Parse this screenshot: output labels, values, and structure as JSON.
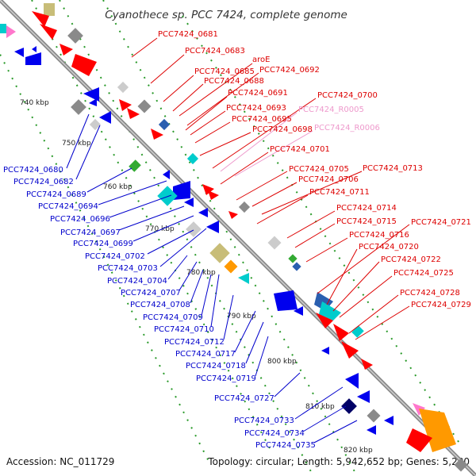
{
  "title": "Cyanothece sp. PCC 7424, complete genome",
  "footer": {
    "accession": "Accession: NC_011729",
    "summary": "Topology: circular; Length: 5,942,652 bp; Genes: 5,280"
  },
  "colors": {
    "backbone": "#9a9a9a",
    "tick_dots": "#2a9a2a",
    "label_red": "#dd0000",
    "label_blue": "#0000cc",
    "label_pink": "#ee99cc",
    "gene_red": "#ff0000",
    "gene_blue": "#0000ee",
    "gene_grey": "#8a8a8a",
    "gene_cyan": "#00cccc",
    "gene_orange": "#ff9900",
    "gene_green": "#33aa33",
    "gene_olive": "#c8bd78",
    "gene_navy": "#000066",
    "gene_pink": "#ff77cc"
  },
  "ticks": [
    "740 kbp",
    "750 kbp",
    "760 kbp",
    "770 kbp",
    "780 kbp",
    "790 kbp",
    "800 kbp",
    "810 kbp",
    "820 kbp"
  ],
  "labels_right": [
    {
      "text": "PCC7424_0681",
      "color": "red"
    },
    {
      "text": "PCC7424_0683",
      "color": "red"
    },
    {
      "text": "aroE",
      "color": "red"
    },
    {
      "text": "PCC7424_0685",
      "color": "red"
    },
    {
      "text": "PCC7424_0692",
      "color": "red"
    },
    {
      "text": "PCC7424_0688",
      "color": "red"
    },
    {
      "text": "PCC7424_0700",
      "color": "red"
    },
    {
      "text": "PCC7424_0691",
      "color": "red"
    },
    {
      "text": "PCC7424_R0005",
      "color": "pink"
    },
    {
      "text": "PCC7424_0693",
      "color": "red"
    },
    {
      "text": "PCC7424_0695",
      "color": "red"
    },
    {
      "text": "PCC7424_R0006",
      "color": "pink"
    },
    {
      "text": "PCC7424_0698",
      "color": "red"
    },
    {
      "text": "PCC7424_0701",
      "color": "red"
    },
    {
      "text": "PCC7424_0705",
      "color": "red"
    },
    {
      "text": "PCC7424_0713",
      "color": "red"
    },
    {
      "text": "PCC7424_0706",
      "color": "red"
    },
    {
      "text": "PCC7424_0711",
      "color": "red"
    },
    {
      "text": "PCC7424_0714",
      "color": "red"
    },
    {
      "text": "PCC7424_0715",
      "color": "red"
    },
    {
      "text": "PCC7424_0721",
      "color": "red"
    },
    {
      "text": "PCC7424_0716",
      "color": "red"
    },
    {
      "text": "PCC7424_0720",
      "color": "red"
    },
    {
      "text": "PCC7424_0722",
      "color": "red"
    },
    {
      "text": "PCC7424_0725",
      "color": "red"
    },
    {
      "text": "PCC7424_0728",
      "color": "red"
    },
    {
      "text": "PCC7424_0729",
      "color": "red"
    }
  ],
  "labels_left": [
    {
      "text": "PCC7424_0680",
      "color": "blue"
    },
    {
      "text": "PCC7424_0682",
      "color": "blue"
    },
    {
      "text": "PCC7424_0689",
      "color": "blue"
    },
    {
      "text": "PCC7424_0694",
      "color": "blue"
    },
    {
      "text": "PCC7424_0696",
      "color": "blue"
    },
    {
      "text": "PCC7424_0697",
      "color": "blue"
    },
    {
      "text": "PCC7424_0699",
      "color": "blue"
    },
    {
      "text": "PCC7424_0702",
      "color": "blue"
    },
    {
      "text": "PCC7424_0703",
      "color": "blue"
    },
    {
      "text": "PCC7424_0704",
      "color": "blue"
    },
    {
      "text": "PCC7424_0707",
      "color": "blue"
    },
    {
      "text": "PCC7424_0708",
      "color": "blue"
    },
    {
      "text": "PCC7424_0709",
      "color": "blue"
    },
    {
      "text": "PCC7424_0710",
      "color": "blue"
    },
    {
      "text": "PCC7424_0712",
      "color": "blue"
    },
    {
      "text": "PCC7424_0717",
      "color": "blue"
    },
    {
      "text": "PCC7424_0718",
      "color": "blue"
    },
    {
      "text": "PCC7424_0719",
      "color": "blue"
    },
    {
      "text": "PCC7424_0727",
      "color": "blue"
    },
    {
      "text": "PCC7424_0733",
      "color": "blue"
    },
    {
      "text": "PCC7424_0734",
      "color": "blue"
    },
    {
      "text": "PCC7424_0735",
      "color": "blue"
    }
  ]
}
